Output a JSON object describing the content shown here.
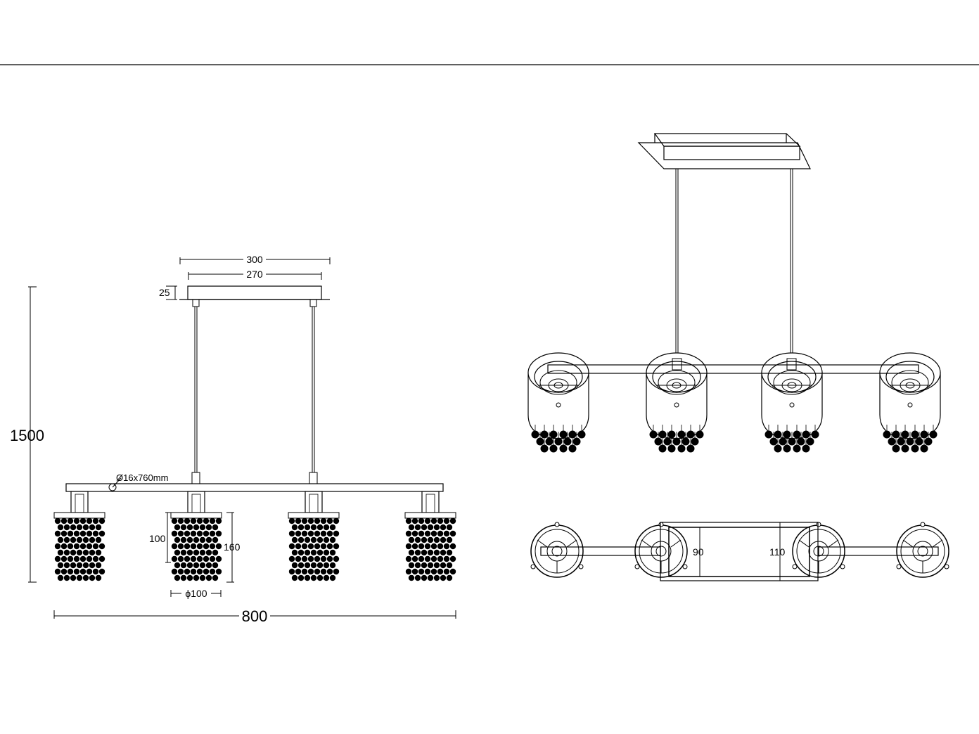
{
  "drawing": {
    "dimensions": {
      "mount_outer_width": "300",
      "mount_inner_width": "270",
      "mount_height": "25",
      "total_height": "1500",
      "bar_spec": "Ø16x760mm",
      "shade_height_inner": "100",
      "shade_height_outer": "160",
      "shade_diameter": "ϕ100",
      "total_width": "800",
      "canopy_depth_inner": "90",
      "canopy_depth_outer": "110"
    },
    "colors": {
      "line": "#000000",
      "background": "#ffffff"
    },
    "shade_count": 4
  }
}
